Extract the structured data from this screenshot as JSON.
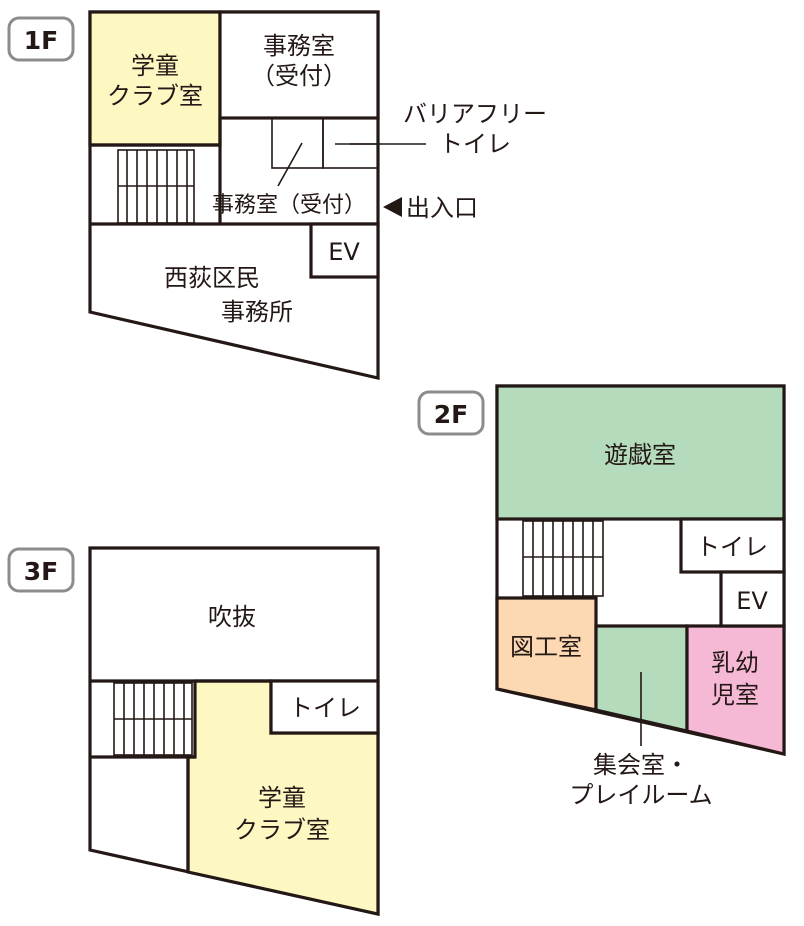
{
  "floors": {
    "f1": {
      "label": "1F",
      "rooms": {
        "kids_club": [
          "学童",
          "クラブ室"
        ],
        "office": [
          "事務室",
          "（受付）"
        ],
        "office_reception": "事務室（受付）",
        "ev": "EV",
        "ward_office": [
          "西荻区民",
          "事務所"
        ]
      },
      "callouts": {
        "barrier_free_toilet": [
          "バリアフリー",
          "トイレ"
        ],
        "entrance": "出入口"
      }
    },
    "f2": {
      "label": "2F",
      "rooms": {
        "playroom": "遊戯室",
        "toilet": "トイレ",
        "ev": "EV",
        "craft_room": "図工室",
        "infant_room": [
          "乳幼",
          "児室"
        ]
      },
      "callouts": {
        "assembly_room": [
          "集会室・",
          "プレイルーム"
        ]
      }
    },
    "f3": {
      "label": "3F",
      "rooms": {
        "atrium": "吹抜",
        "toilet": "トイレ",
        "kids_club": [
          "学童",
          "クラブ室"
        ]
      }
    }
  },
  "colors": {
    "kids_club": "#fdf8c2",
    "playroom": "#b3dbbc",
    "assembly": "#b3dbbc",
    "craft_room": "#fcd9b3",
    "infant_room": "#f5b8d5",
    "wall": "#231815",
    "badge_border": "#8c8c8c"
  }
}
